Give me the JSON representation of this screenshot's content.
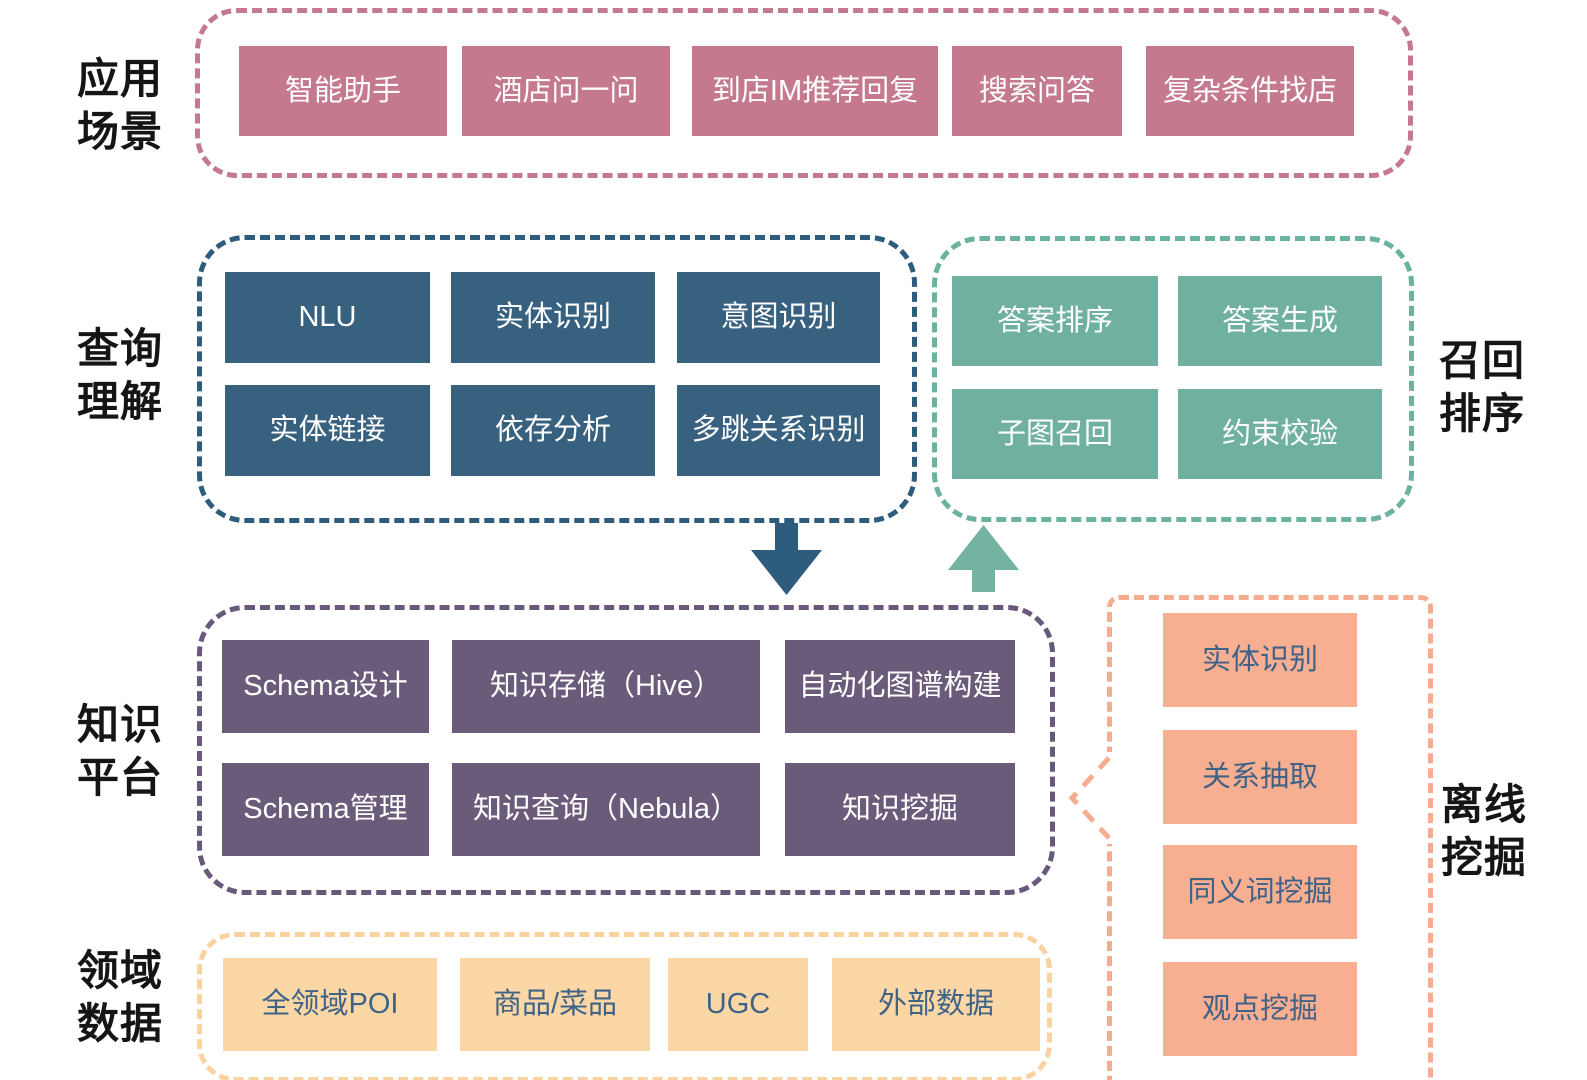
{
  "sections": {
    "app_scenarios": {
      "label": "应用\n场景",
      "items": [
        "智能助手",
        "酒店问一问",
        "到店IM推荐回复",
        "搜索问答",
        "复杂条件找店"
      ]
    },
    "query_understanding": {
      "label": "查询\n理解",
      "items": [
        "NLU",
        "实体识别",
        "意图识别",
        "实体链接",
        "依存分析",
        "多跳关系识别"
      ]
    },
    "recall_ranking": {
      "label": "召回\n排序",
      "items": [
        "答案排序",
        "答案生成",
        "子图召回",
        "约束校验"
      ]
    },
    "knowledge_platform": {
      "label": "知识\n平台",
      "items": [
        "Schema设计",
        "知识存储（Hive）",
        "自动化图谱构建",
        "Schema管理",
        "知识查询（Nebula）",
        "知识挖掘"
      ]
    },
    "offline_mining": {
      "label": "离线\n挖掘",
      "items": [
        "实体识别",
        "关系抽取",
        "同义词挖掘",
        "观点挖掘"
      ]
    },
    "domain_data": {
      "label": "领域\n数据",
      "items": [
        "全领域POI",
        "商品/菜品",
        "UGC",
        "外部数据"
      ]
    }
  },
  "colors": {
    "app_scenarios": "#c5798e",
    "query_understanding_fill": "#37617f",
    "query_understanding_border": "#2e5c7d",
    "recall_ranking_fill": "#70b0a0",
    "recall_ranking_border": "#6bb2a0",
    "knowledge_platform_fill": "#6b5b7b",
    "knowledge_platform_border": "#685879",
    "offline_mining_fill": "#f8ae91",
    "offline_mining_border": "#f6ac8e",
    "domain_data_fill": "#fcd7a6",
    "domain_data_border": "#fad2a0",
    "mining_text": "#3f6386",
    "label_text": "#151515",
    "arrow_down": "#2e5c7d",
    "arrow_up": "#74b3a2"
  }
}
